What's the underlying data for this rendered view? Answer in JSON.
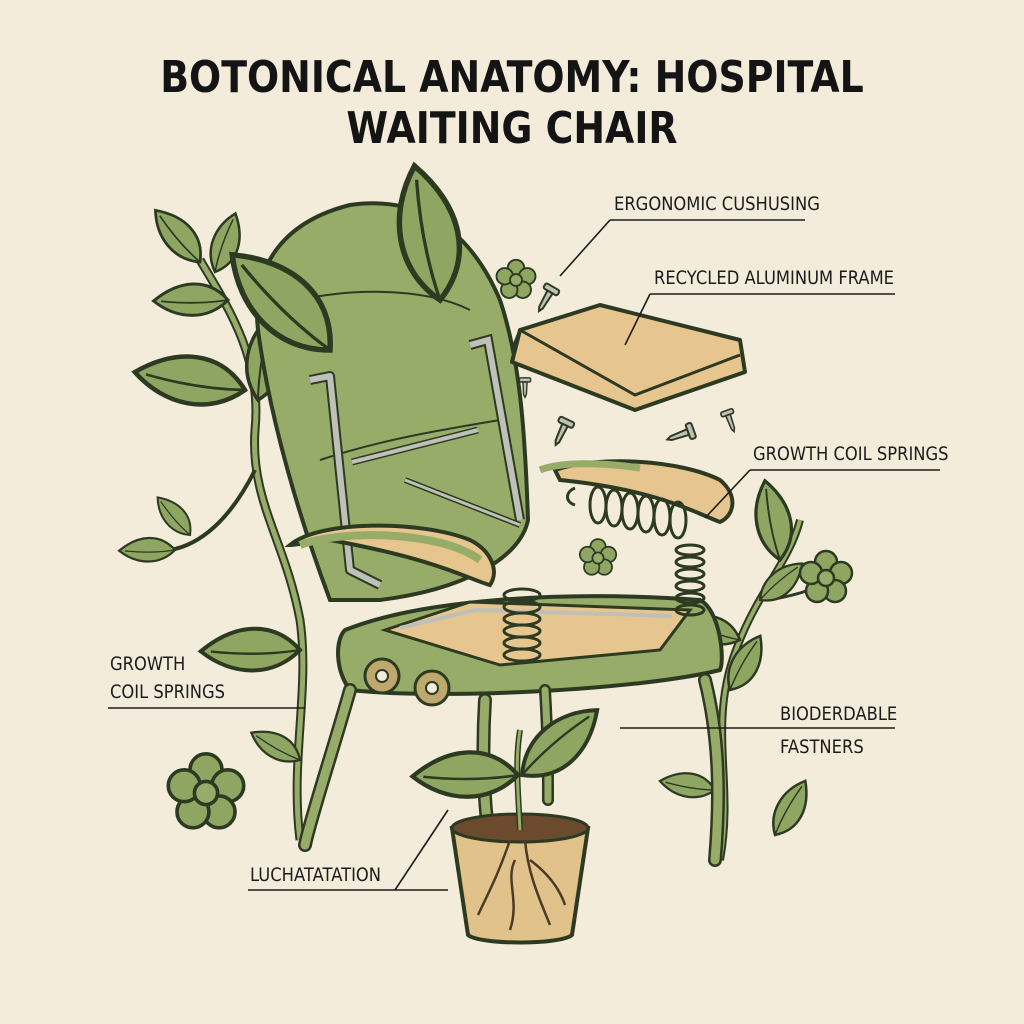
{
  "title": "BOTONICAL ANATOMY: HOSPITAL WAITING CHAIR",
  "labels": {
    "ergonomic": "ERGONOMIC CUSHUSING",
    "aluminum": "RECYCLED ALUMINUM FRAME",
    "springs_right": "GROWTH COIL SPRINGS",
    "springs_left_line1": "GROWTH",
    "springs_left_line2": "COIL SPRINGS",
    "fasteners_line1": "BIODERDABLE",
    "fasteners_line2": "FASTNERS",
    "roots": "LUCHATATATION"
  },
  "colors": {
    "background": "#f3ecdb",
    "chair_green": "#98ac69",
    "leaf_green": "#8fa663",
    "cushion_tan": "#e6c68e",
    "metal": "#bfc0b8",
    "outline": "#2d3a22",
    "pot": "#e1c28a"
  },
  "icons": [
    "leaf-icon",
    "flower-icon",
    "screw-icon",
    "coil-spring-icon",
    "plant-pot-icon"
  ]
}
